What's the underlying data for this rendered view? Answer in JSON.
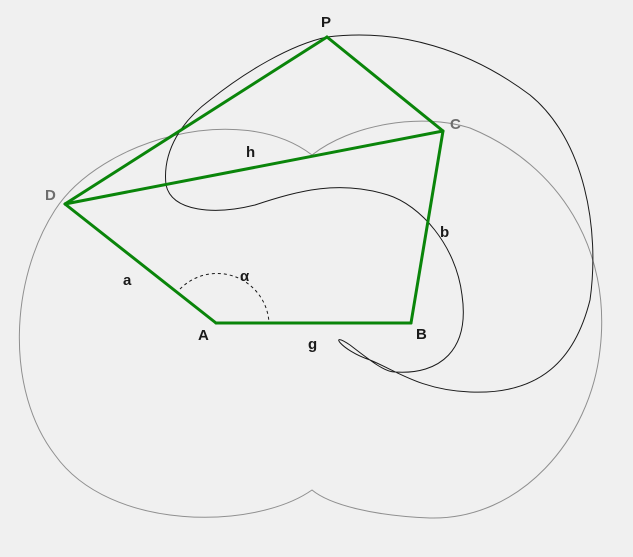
{
  "colors": {
    "background": "#f0f0f0",
    "linkage": "#0a850a",
    "coupler_curve": "#1a1a1a",
    "circle_curve": "#8f8f8f",
    "label_dark": "#1a1a1a",
    "label_gray": "#6e6e6e"
  },
  "labels": {
    "P": "P",
    "C": "C",
    "D": "D",
    "A": "A",
    "B": "B",
    "a": "a",
    "b": "b",
    "g": "g",
    "h": "h",
    "alpha": "α"
  }
}
